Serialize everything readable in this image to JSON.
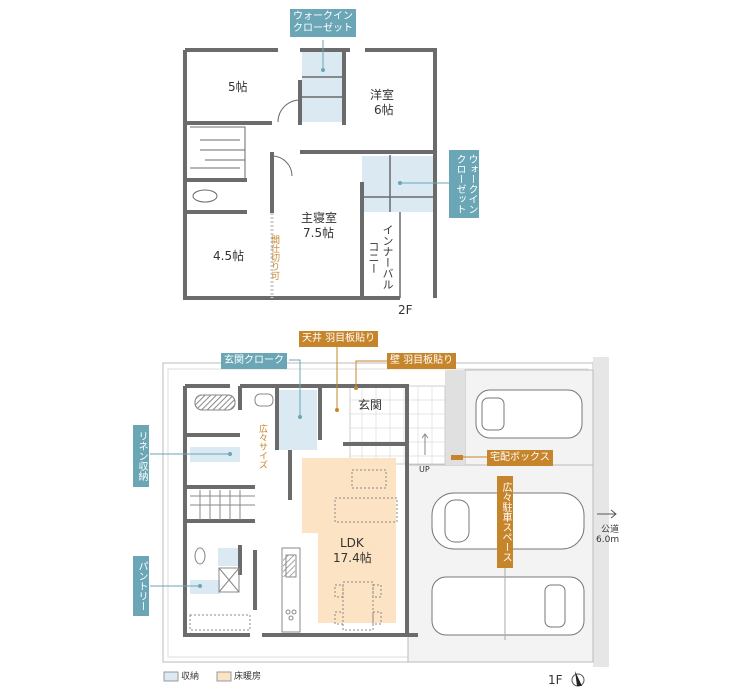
{
  "floor2": {
    "label": "2F",
    "rooms": {
      "room_5": "5帖",
      "western_room": "洋室",
      "western_room_size": "6帖",
      "master_bedroom": "主寝室",
      "master_bedroom_size": "7.5帖",
      "room_4_5": "4.5帖",
      "inner_balcony": "インナーバルコニー",
      "partition_note": "間仕切り可"
    },
    "callouts": {
      "walk_in_closet_top": "ウォークインクローゼット",
      "walk_in_closet_right": "ウォークインクローゼット"
    }
  },
  "floor1": {
    "label": "1F",
    "rooms": {
      "entrance": "玄関",
      "ldk": "LDK",
      "ldk_size": "17.4帖",
      "spacious_size": "広々サイズ",
      "up": "UP"
    },
    "callouts": {
      "ceiling": "天井 羽目板貼り",
      "wall": "壁 羽目板貼り",
      "entrance_cloak": "玄関クローク",
      "linen_storage": "リネン収納",
      "pantry": "パントリー",
      "delivery_box": "宅配ボックス",
      "parking": "広々駐車スペース"
    },
    "road": {
      "label": "公道",
      "width": "6.0m"
    }
  },
  "legend": {
    "storage": {
      "label": "収納",
      "color": "#dbe9f2"
    },
    "floor_heating": {
      "label": "床暖房",
      "color": "#fbe3c4"
    }
  },
  "colors": {
    "callout_blue": "#6aa6b6",
    "callout_orange": "#c7852b",
    "wall": "#6b6b6b"
  }
}
